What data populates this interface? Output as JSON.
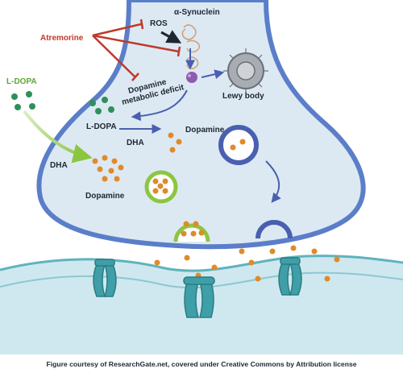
{
  "labels": {
    "atremorine": "Atremorine",
    "ros": "ROS",
    "alpha_synuclein": "α-Synuclein",
    "lewy_body": "Lewy body",
    "dopamine_deficit_line1": "Dopamine",
    "dopamine_deficit_line2": "metabolic deficit",
    "ldopa_outside": "L-DOPA",
    "ldopa_inside": "L-DOPA",
    "dha_upper": "DHA",
    "dha_lower": "DHA",
    "dopamine_right": "Dopamine",
    "dopamine_left": "Dopamine"
  },
  "caption": "Figure courtesy of ResearchGate.net, covered under Creative Commons by Attribution license",
  "colors": {
    "terminal_fill": "#dce9f3",
    "membrane": "#5b7ec9",
    "synaptic_cleft": "#cfe8ef",
    "postsynaptic": "#5fb3bd",
    "channel": "#3f9fa8",
    "ldopa_dot": "#2f8f5b",
    "dopamine_dot": "#e08a2a",
    "vesicle_green": "#8cc641",
    "vesicle_blue": "#4a5fb0",
    "inhibit_red": "#c0392b",
    "atremorine_text": "#c0392b",
    "ldopa_text": "#5aa832"
  }
}
